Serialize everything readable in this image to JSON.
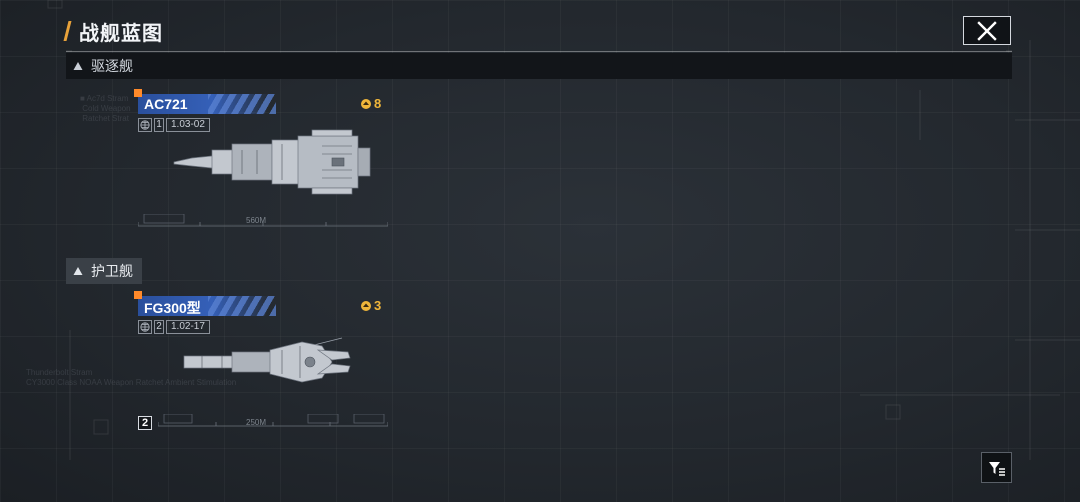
{
  "header": {
    "title": "战舰蓝图",
    "close_icon": "close-icon"
  },
  "colors": {
    "accent": "#e8a23a",
    "name_tag": "#3560b8",
    "cost": "#f0b63a",
    "corner": "#ff8a2a"
  },
  "sections": {
    "destroyer": {
      "label": "驱逐舰",
      "icon": "triangle-up-icon"
    },
    "frigate": {
      "label": "护卫舰",
      "icon": "triangle-up-icon"
    }
  },
  "ships": {
    "ac721": {
      "name": "AC721",
      "cost": "8",
      "tier": "1",
      "version": "1.03-02",
      "scale": "560M"
    },
    "fg300": {
      "name": "FG300型",
      "cost": "3",
      "tier": "2",
      "version": "1.02-17",
      "scale": "250M",
      "count": "2"
    }
  },
  "footer": {
    "filter_icon": "filter-icon"
  }
}
